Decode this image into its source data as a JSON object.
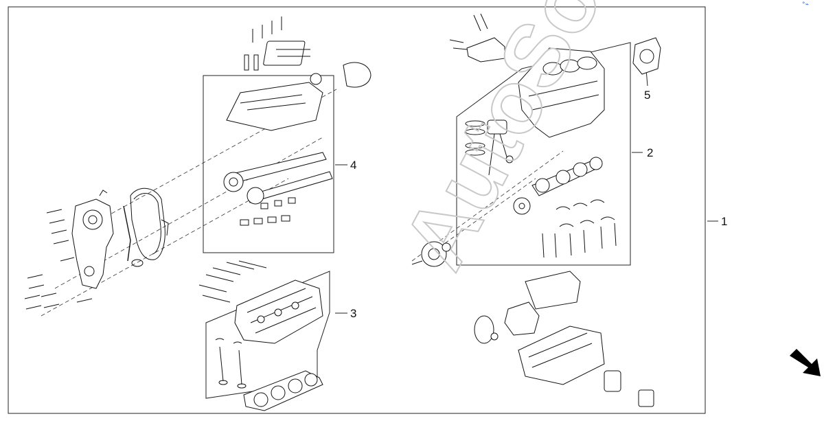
{
  "diagram": {
    "callouts": [
      {
        "id": "1",
        "label": "1"
      },
      {
        "id": "2",
        "label": "2"
      },
      {
        "id": "3",
        "label": "3"
      },
      {
        "id": "4",
        "label": "4"
      },
      {
        "id": "5",
        "label": "5"
      }
    ],
    "watermark": "AutoSo",
    "corner_mark": "°⌁",
    "arrow_icon": "arrow-down-right-icon",
    "colors": {
      "line": "#111111",
      "watermark": "#cccccc",
      "arrow": "#000000"
    }
  }
}
